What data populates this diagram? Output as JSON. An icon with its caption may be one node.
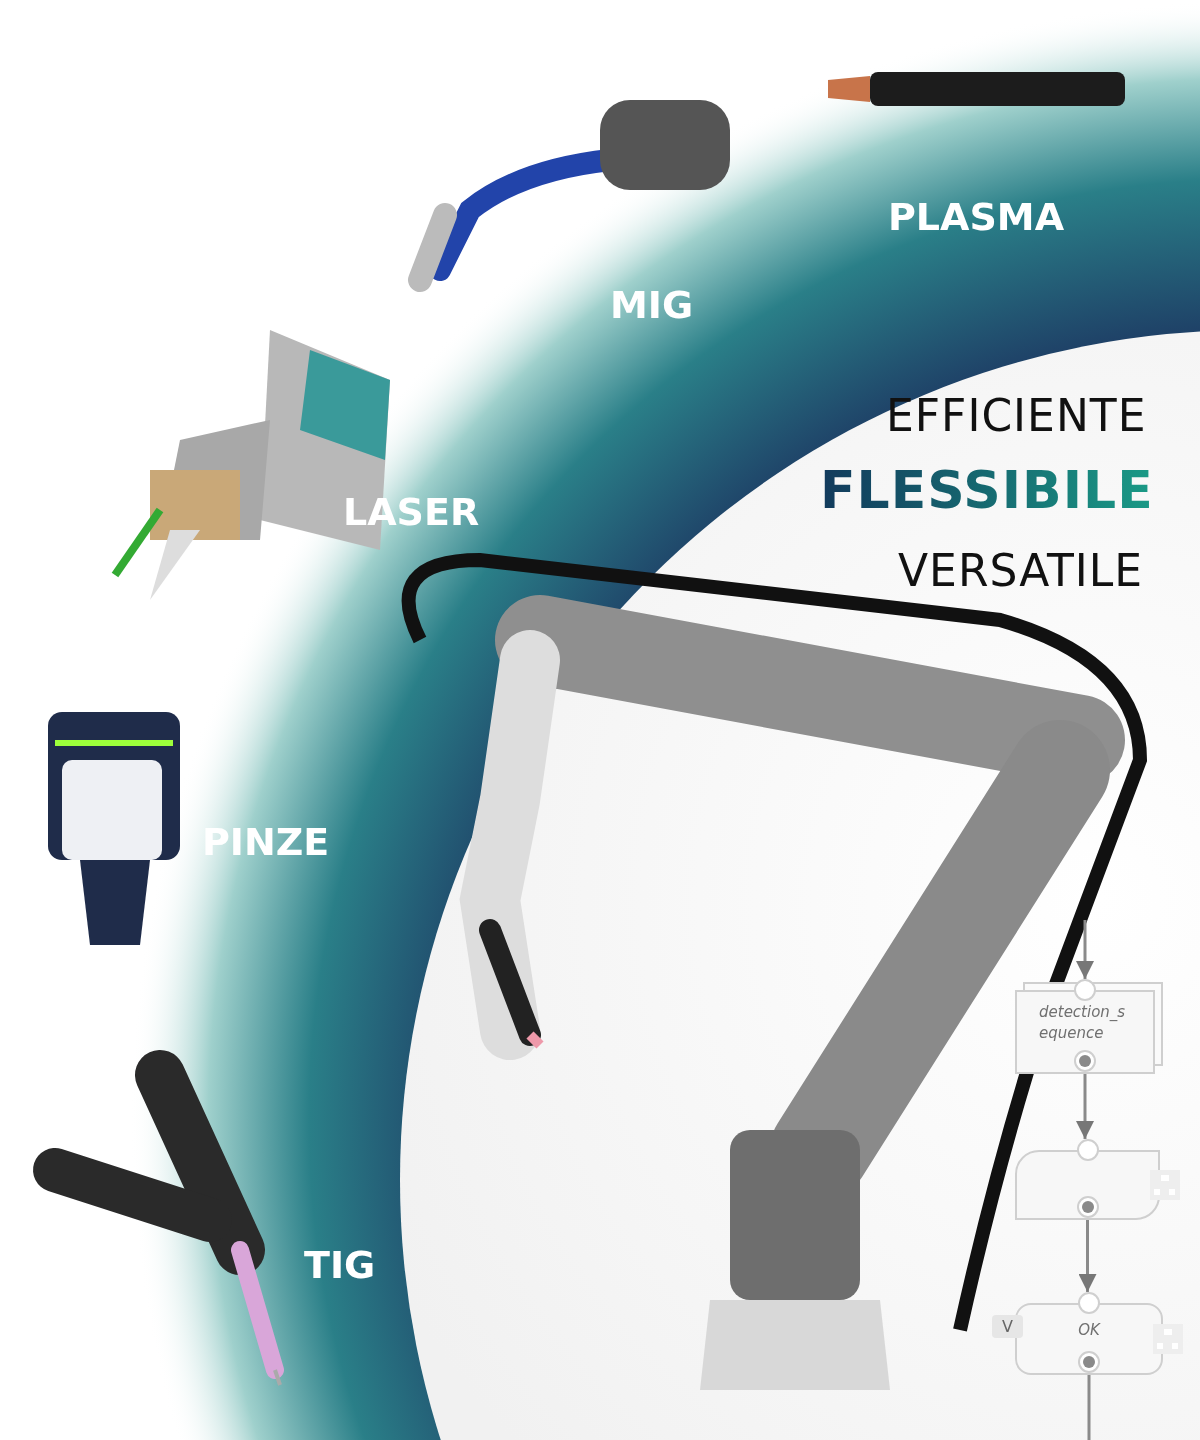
{
  "diagram": {
    "nodes": [
      {
        "text": [
          "detection_sequence"
        ]
      },
      {
        "text": [],
        "shape": "box"
      },
      {
        "text": [
          "OK"
        ],
        "beside": [
          "V"
        ]
      }
    ],
    "edges": [
      {
        "from": null,
        "to": 0,
        "arrow": "to"
      },
      {
        "from": 0,
        "to": 1,
        "arrow": "to"
      },
      {
        "from": 1,
        "to": 2,
        "arrow": "to"
      },
      {
        "from": 2,
        "to": null,
        "arrow": "none"
      }
    ],
    "labels": [
      "PLASMA",
      "MIG",
      "EFFICIENTE",
      "LASER",
      "FLESSIBILE",
      "VERSATILE",
      "PINZE",
      "TIG"
    ]
  }
}
